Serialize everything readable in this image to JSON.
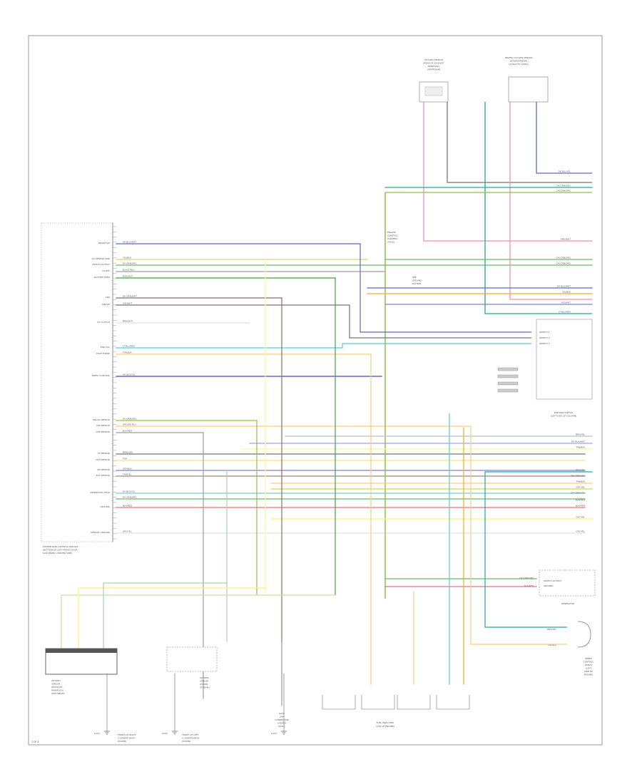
{
  "diagram": {
    "pcm_caption": [
      "POWERTRAIN CONTROL MODULE",
      "(BOTTOM OF LEFT FRONT DOOR",
      "KICK PANEL) (DRIVER SIDE)"
    ],
    "left_labels": [
      "BRAKE SW",
      "O2 SENSOR GND",
      "SWITCH OUTPUT",
      "5V REF",
      "BATTERY FEED",
      "ASD",
      "IGN SW",
      "A/C CLUTCH",
      "EGR SOL",
      "EVAP PURGE",
      "SPEED CONTROL",
      "KNOCK SENSOR",
      "CKP SENSOR",
      "CMP SENSOR",
      "TP SENSOR",
      "MAP SENSOR",
      "IAT SENSOR",
      "ECT SENSOR",
      "GENERATOR FIELD",
      "GROUND",
      "SENSOR GROUND"
    ],
    "wire_labels": [
      "DK BLU/WHT",
      "YEL/BLK",
      "DK GRN/ORG",
      "BLK/LT BLU",
      "RED/WHT",
      "DK GRN/WHT",
      "VIO/WHT",
      "BRN/WHT",
      "LT BLU/RED",
      "TAN/BLK",
      "DK BLU/YEL",
      "DK GRN/ORG",
      "ORG/DK BLU",
      "BLK/RED",
      "BRN/ORG",
      "TAN",
      "GRY/BLK",
      "TAN/YEL",
      "DK BLU/YEL",
      "DK GRN/ORG",
      "BLK/RED",
      "GRY/YEL"
    ],
    "top_component_1": [
      "OXYGEN SENSOR",
      "(REAR OF EXHAUST",
      "MANIFOLD)",
      "(UPSTREAM)"
    ],
    "top_component_2": [
      "HEATED OXYGEN SENSOR",
      "(DOWNSTREAM)",
      "(CATALYTIC CONV)"
    ],
    "top_right_labels": [
      "DK BLU/YEL",
      "DK GRN/ORG",
      "DK GRN/ORG",
      "PNK/WHT",
      "DK GRN/ORG",
      "DK GRN/ORG"
    ],
    "relay_caption": [
      "ENGINE",
      "CONTROL",
      "HARNESS",
      "SPLICE"
    ],
    "relay_sub": [
      "SEE",
      "GROUND",
      "DISTRIB"
    ],
    "mid_right_labels": [
      "DK BLU/WHT",
      "YEL/BLK",
      "VIO/WHT",
      "LT BLU/RED"
    ],
    "switch_labels": [
      "SWITCH 1",
      "SWITCH 2",
      "SWITCH 3"
    ],
    "ignition_caption": [
      "IGNITION SWITCH",
      "(LEFT SIDE OF COLUMN)"
    ],
    "right_labels": [
      "BRN/YEL",
      "DK BLU/WHT",
      "TAN/BLK",
      "BRN/YEL",
      "DK GRN/ORG",
      "TAN/BLK",
      "GRY/YEL",
      "DK GRN/ORG",
      "BLK/RED",
      "BLK/RED",
      "GRY/YEL",
      "GRY/YEL"
    ],
    "gen_caption": [
      "GENERATOR"
    ],
    "gen_labels": [
      "DK GRN/ORG",
      "BLK/RED"
    ],
    "gen_pins": [
      "SWITCH OUTPUT",
      "GROUND"
    ],
    "bottom_right_caption": [
      "SPEED",
      "CONTROL",
      "SERVO",
      "(LEFT",
      "SIDE OF",
      "ENGINE)"
    ],
    "bottom_right_labels": [
      "BRN/YEL",
      "TAN/BLK"
    ],
    "bottom_components": [
      [
        "OXYGEN",
        "SENSOR",
        "(EXHAUST",
        "MANIFOLD)",
        "(UPSTREAM)"
      ],
      [
        "OXYGEN",
        "SENSOR",
        "(DOWN",
        "STREAM)"
      ],
      [
        "DATA",
        "LINK",
        "CONNECTOR",
        "(UNDER",
        "DASH)"
      ],
      [
        "FUEL INJECTORS",
        "(TOP OF ENGINE)"
      ]
    ],
    "bottom_ground_labels": [
      "G101",
      "G102",
      "G103"
    ],
    "ground_captions": [
      [
        "FRONT OF RIGHT",
        "CYLINDER HEAD",
        "(DOWN)"
      ],
      [
        "FRONT OF LEFT",
        "CYLINDER HEAD",
        "(DOWN)"
      ]
    ],
    "page_number": "1 OF 4"
  }
}
